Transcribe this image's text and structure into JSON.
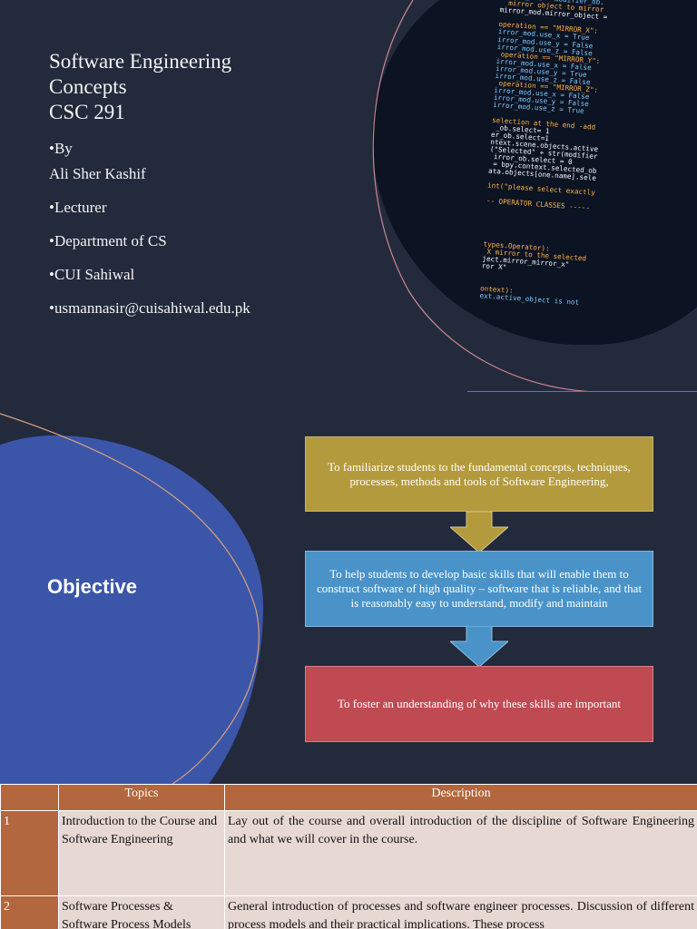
{
  "slide1": {
    "title_lines": [
      "Software Engineering",
      "Concepts",
      "CSC 291"
    ],
    "bullets": [
      "•By",
      "Ali Sher Kashif",
      "•Lecturer",
      "•Department of CS",
      "•CUI Sahiwal",
      "•usmannasir@cuisahiwal.edu.pk"
    ],
    "code_lines": [
      "mirror_mod = modifier_ob.",
      "  mirror object to mirror",
      "mirror_mod.mirror_object = ",
      "",
      "operation == \"MIRROR_X\":",
      "irror_mod.use_x = True",
      "irror_mod.use_y = False",
      "irror_mod.use_z = False",
      " operation == \"MIRROR_Y\":",
      "irror_mod.use_x = False",
      "irror_mod.use_y = True",
      "irror_mod.use_z = False",
      " operation == \"MIRROR_Z\":",
      "irror_mod.use_x = False",
      "irror_mod.use_y = False",
      "irror_mod.use_z = True",
      "",
      "selection at the end -add",
      " _ob.select= 1",
      "er_ob.select=1",
      "ntext.scene.objects.active",
      "(\"Selected\" + str(modifier",
      " irror_ob.select = 0",
      " = bpy.context.selected_ob",
      "ata.objects[one.name].sele",
      "",
      "int(\"please select exactly",
      "",
      "-- OPERATOR CLASSES -----",
      "",
      "",
      "",
      "",
      "",
      "types.Operator):",
      " X mirror to the selected",
      "ject.mirror_mirror_x\"",
      "ror X\"",
      "",
      "",
      "ontext):",
      "ext.active_object is not"
    ]
  },
  "slide2": {
    "heading": "Objective",
    "box1": "To familiarize students to the fundamental concepts, techniques, processes, methods and tools of          Software Engineering,",
    "box2": "To help students to develop basic skills that will enable them to construct software of high quality          – software that is reliable, and that is reasonably easy to understand, modify and maintain",
    "box3": "To foster an understanding of why these skills are important"
  },
  "slide3": {
    "headers": [
      "",
      "Topics",
      "Description"
    ],
    "rows": [
      {
        "num": "1",
        "topic": "Introduction to the Course and Software Engineering",
        "description": "Lay out of the course and overall introduction of the discipline of Software Engineering and what we will cover in the course."
      },
      {
        "num": "2",
        "topic": "Software Processes & Software Process Models",
        "description": "General introduction of processes and software engineer processes. Discussion of different process models and their practical implications. These process"
      }
    ]
  },
  "colors": {
    "slide_bg": "#232a3c",
    "blob_blue": "#3b55a9",
    "box_gold": "#b39a3d",
    "box_blue": "#4a93c8",
    "box_red": "#c04a52",
    "table_header": "#b2673e",
    "table_cell": "#e8d8d4"
  }
}
